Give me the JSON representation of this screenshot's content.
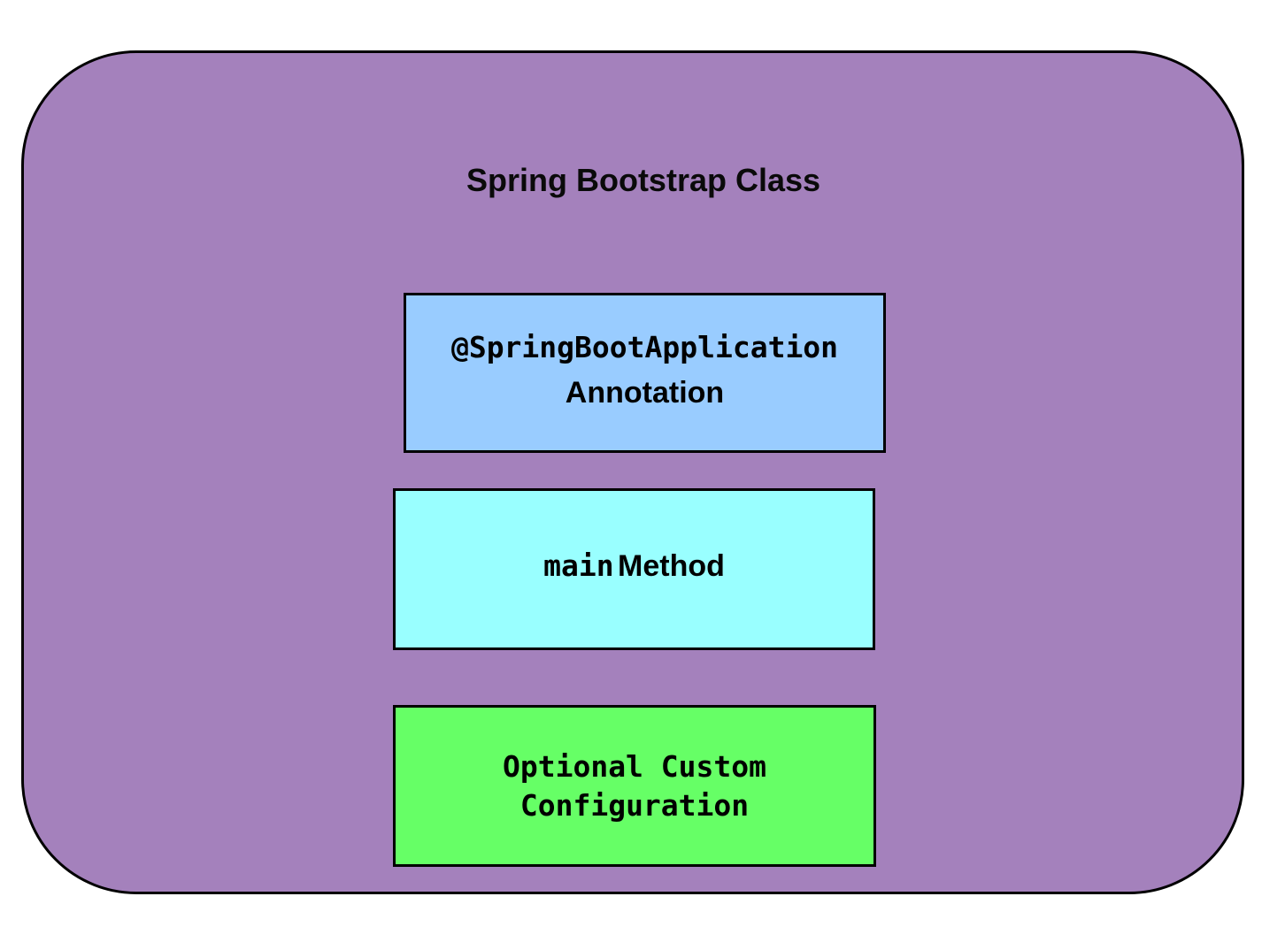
{
  "diagram": {
    "type": "block-diagram",
    "container": {
      "title": "Spring Bootstrap Class",
      "fill": "#A481BC",
      "border_color": "#000000"
    },
    "nodes": [
      {
        "id": "springbootapplication-annotation",
        "code_text": "@SpringBootApplication",
        "label_text": "Annotation",
        "fill": "#99CCFF",
        "border_color": "#000000"
      },
      {
        "id": "main-method",
        "code_text": "main",
        "label_text": "Method",
        "fill": "#99FFFF",
        "border_color": "#000000"
      },
      {
        "id": "optional-custom-configuration",
        "line1": "Optional Custom",
        "line2": "Configuration",
        "fill": "#66FF66",
        "border_color": "#000000"
      }
    ]
  }
}
